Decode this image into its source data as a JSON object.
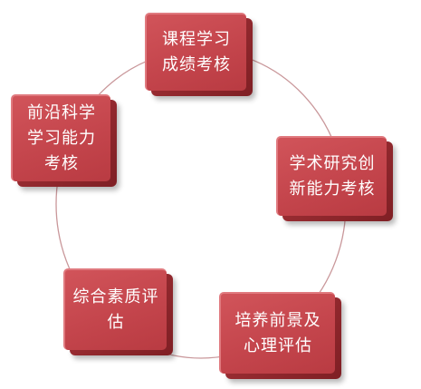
{
  "diagram": {
    "type": "cycle",
    "ring_color": "#c9979a",
    "box_color": "#c4454c",
    "text_color": "#ffffff",
    "nodes": [
      {
        "id": "course",
        "label": "课程学习成绩考核"
      },
      {
        "id": "research",
        "label": "学术研究创新能力考核"
      },
      {
        "id": "prospect",
        "label": "培养前景及心理评估"
      },
      {
        "id": "quality",
        "label": "综合素质评估"
      },
      {
        "id": "frontier",
        "label": "前沿科学学习能力考核"
      }
    ]
  }
}
